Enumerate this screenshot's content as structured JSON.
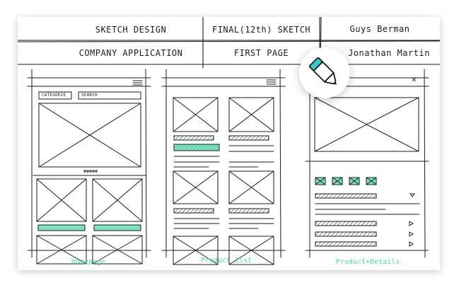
{
  "header": {
    "row1": {
      "project": "SKETCH DESIGN",
      "version": "FINAL(12th) SKETCH",
      "author1": "Guys Berman"
    },
    "row2": {
      "client": "COMPANY APPLICATION",
      "page": "FIRST PAGE",
      "author2": "Jonathan Martin"
    }
  },
  "wireframes": {
    "homepage": {
      "caption": "Homepage",
      "category_label": "CATEGORIE",
      "search_label": "SEARCH"
    },
    "product_list": {
      "caption": "Product list"
    },
    "product_details": {
      "caption": "Product+Details",
      "close_glyph": "×"
    }
  },
  "colors": {
    "accent": "#4dd3a4",
    "ink": "#1c1c1c",
    "pen": "#3fc4c9"
  },
  "icons": {
    "badge": "pen-icon"
  }
}
